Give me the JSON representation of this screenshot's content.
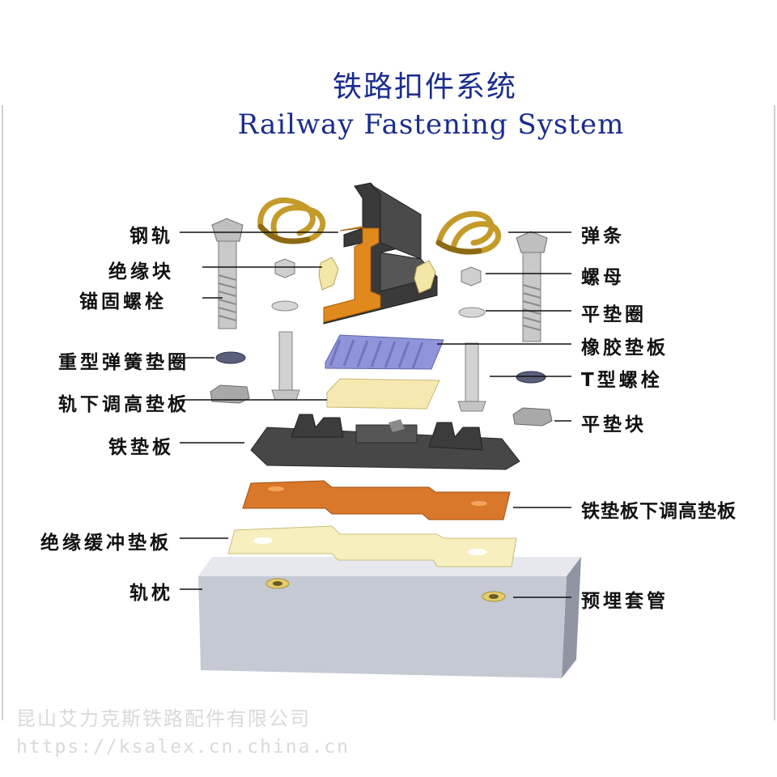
{
  "title": {
    "cn": "铁路扣件系统",
    "en": "Railway Fastening System"
  },
  "labels": {
    "left": [
      {
        "id": "rail",
        "text": "钢轨"
      },
      {
        "id": "insulator",
        "text": "绝缘块"
      },
      {
        "id": "anchor-bolt",
        "text": "锚固螺栓"
      },
      {
        "id": "heavy-spring-washer",
        "text": "重型弹簧垫圈"
      },
      {
        "id": "rail-adjust-pad",
        "text": "轨下调高垫板"
      },
      {
        "id": "iron-baseplate",
        "text": "铁垫板"
      },
      {
        "id": "insulating-buffer-pad",
        "text": "绝缘缓冲垫板"
      },
      {
        "id": "sleeper",
        "text": "轨枕"
      }
    ],
    "right": [
      {
        "id": "elastic-clip",
        "text": "弹条"
      },
      {
        "id": "nut",
        "text": "螺母"
      },
      {
        "id": "flat-washer",
        "text": "平垫圈"
      },
      {
        "id": "rubber-pad",
        "text": "橡胶垫板"
      },
      {
        "id": "t-bolt",
        "text": "T型螺栓"
      },
      {
        "id": "flat-block",
        "text": "平垫块"
      },
      {
        "id": "baseplate-adjust-pad",
        "text": "铁垫板下调高垫板"
      },
      {
        "id": "embedded-sleeve",
        "text": "预埋套管"
      }
    ]
  },
  "watermark": {
    "company": "昆山艾力克斯铁路配件有限公司",
    "url": "https://ksalex.cn.china.cn"
  },
  "colors": {
    "title": "#1a2c8c",
    "rail_dark": "#3a3a3a",
    "rail_orange": "#e08a1e",
    "clip": "#c49a2a",
    "insulator": "#f3e6a6",
    "rubber": "#8f95d8",
    "adjust_pad": "#f5e8b0",
    "baseplate": "#474747",
    "orange_pad": "#d9772a",
    "buffer_pad": "#f7efbd",
    "sleeper": "#c4c9d3"
  }
}
